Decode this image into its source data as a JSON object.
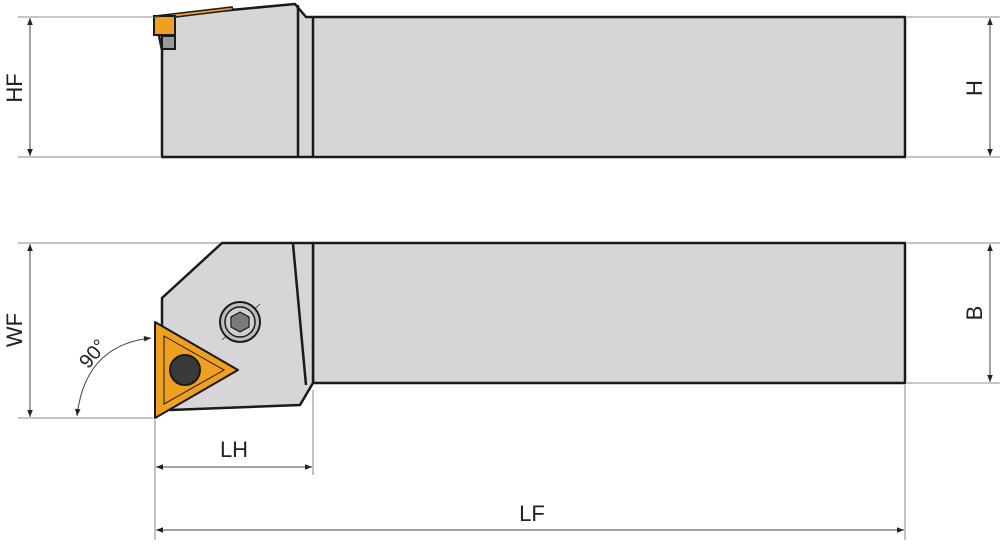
{
  "labels": {
    "hf": "HF",
    "h": "H",
    "wf": "WF",
    "b": "B",
    "lh": "LH",
    "lf": "LF",
    "angle": "90°"
  },
  "colors": {
    "insert": "#f0a020",
    "body": "#d6d6d8",
    "outline": "#1a1a1a"
  }
}
